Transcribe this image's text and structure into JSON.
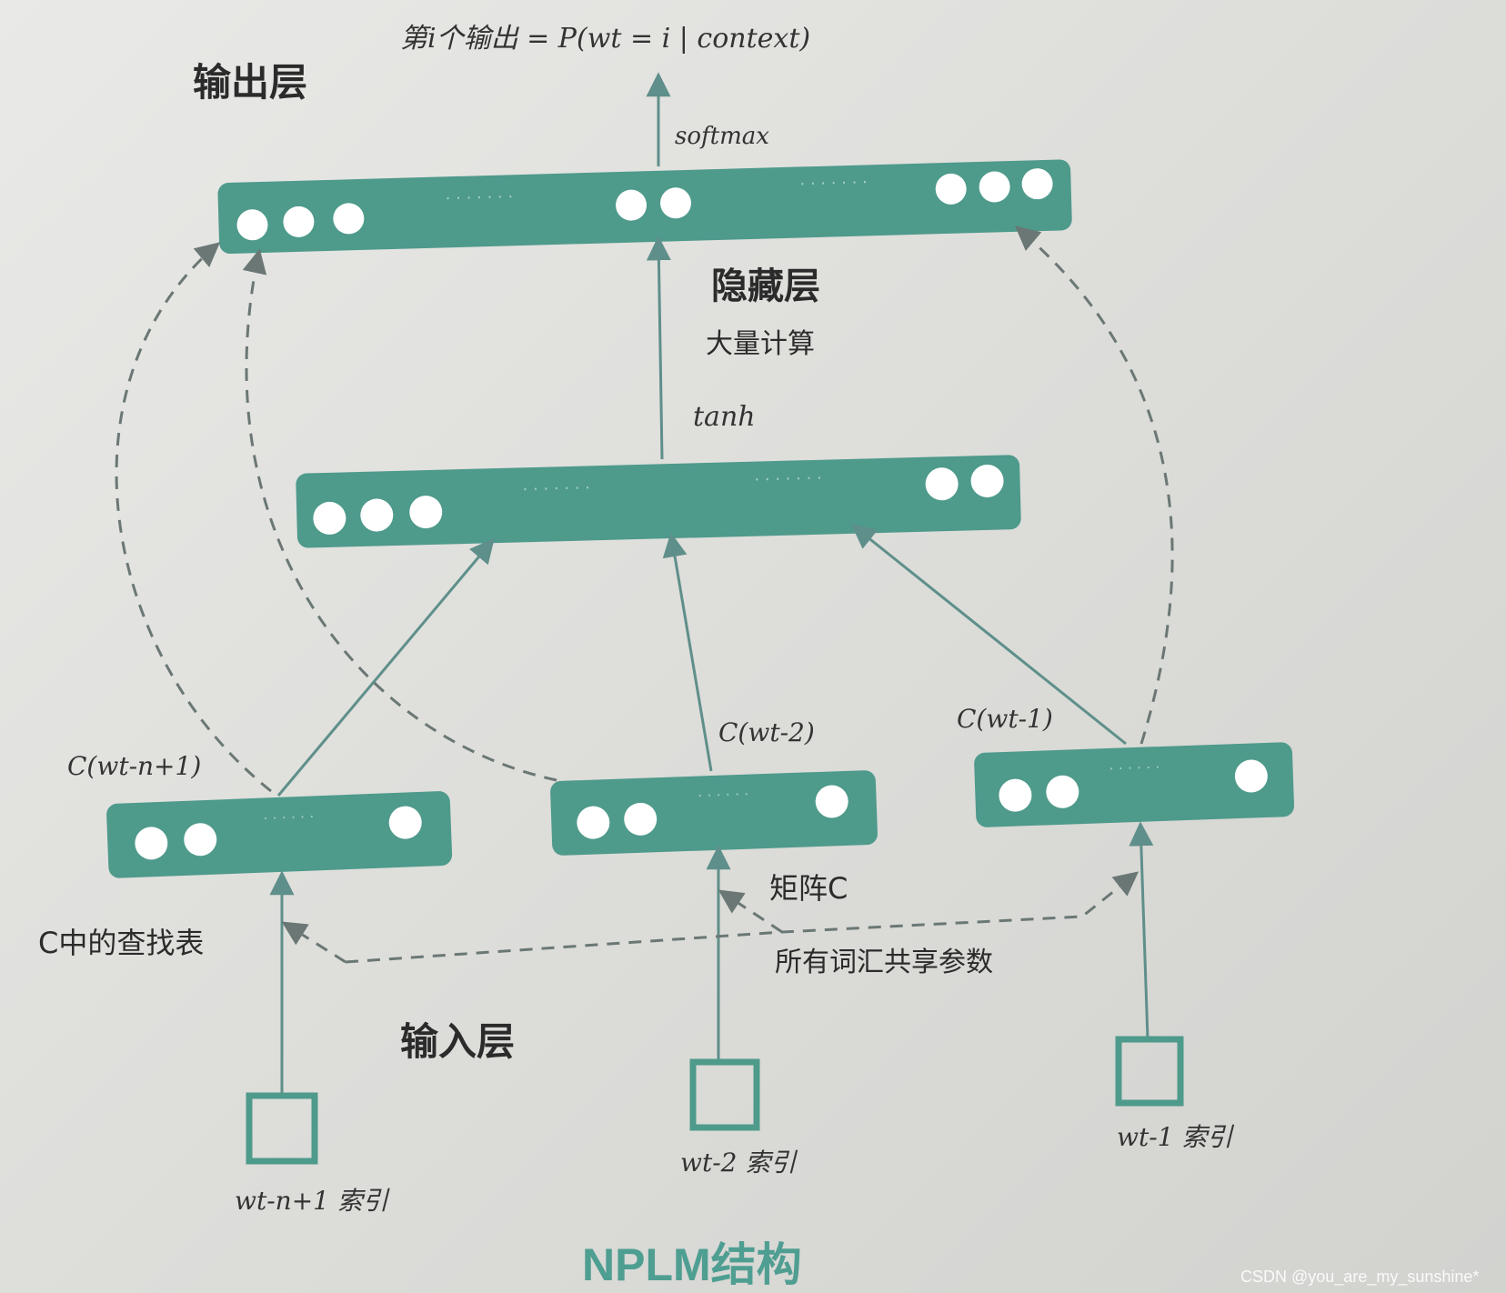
{
  "output_formula": "第i个输出 = P(wt = i | context)",
  "softmax_label": "softmax",
  "layers": {
    "output": "输出层",
    "hidden": "隐藏层",
    "hidden_note": "大量计算",
    "tanh": "tanh",
    "input": "输入层"
  },
  "embeddings": {
    "left": "C(wt-n+1)",
    "middle": "C(wt-2)",
    "right": "C(wt-1)"
  },
  "indices": {
    "left": "wt-n+1 索引",
    "middle": "wt-2 索引",
    "right": "wt-1 索引"
  },
  "lookup_label": "C中的查找表",
  "matrix_label": "矩阵C",
  "shared_params_label": "所有词汇共享参数",
  "figure_title": "NPLM结构",
  "watermark": "CSDN @you_are_my_sunshine*",
  "colors": {
    "layer_fill": "#4e9a8b",
    "arrow": "#5f8f8a",
    "dashed": "#6a7775",
    "title": "#4f9e92",
    "node": "#ffffff"
  }
}
